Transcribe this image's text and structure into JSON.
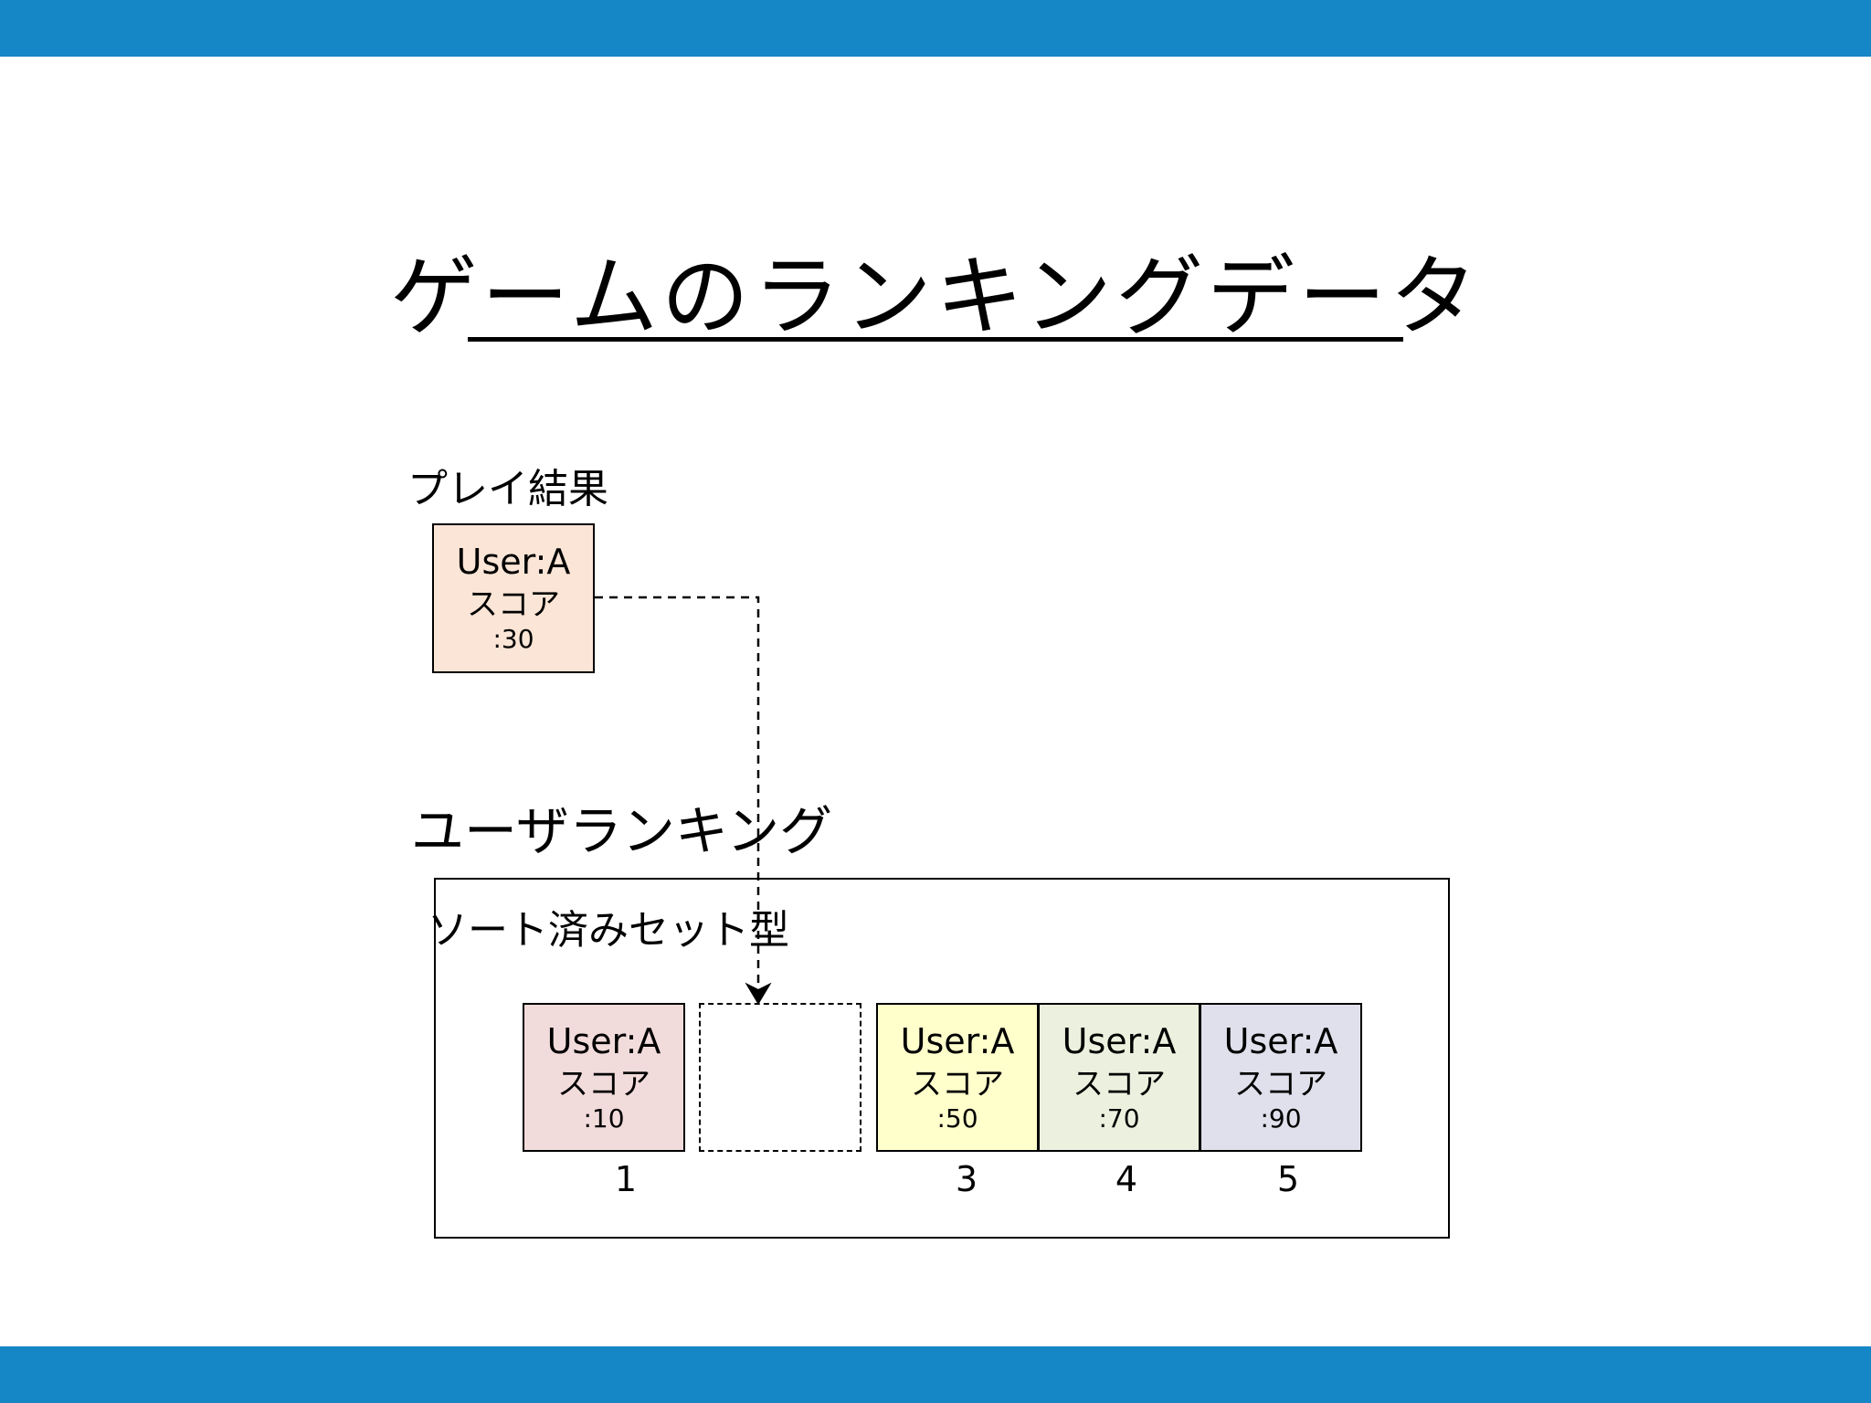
{
  "colors": {
    "bar": "#1586c6",
    "play_card": "#fbe5d6",
    "rank_1": "#f2dcdb",
    "rank_3": "#ffffcc",
    "rank_4": "#ebf1de",
    "rank_5": "#e0e0ec"
  },
  "title": "ゲームのランキングデータ",
  "play_result": {
    "label": "プレイ結果",
    "card": {
      "user": "User:A",
      "score_label": "スコア",
      "score": ":30"
    }
  },
  "ranking": {
    "label": "ユーザランキング",
    "type_label": "ソート済みセット型",
    "slots": [
      {
        "user": "User:A",
        "score_label": "スコア",
        "score": ":10",
        "rank": "1"
      },
      {
        "empty": true
      },
      {
        "user": "User:A",
        "score_label": "スコア",
        "score": ":50",
        "rank": "3"
      },
      {
        "user": "User:A",
        "score_label": "スコア",
        "score": ":70",
        "rank": "4"
      },
      {
        "user": "User:A",
        "score_label": "スコア",
        "score": ":90",
        "rank": "5"
      }
    ]
  }
}
